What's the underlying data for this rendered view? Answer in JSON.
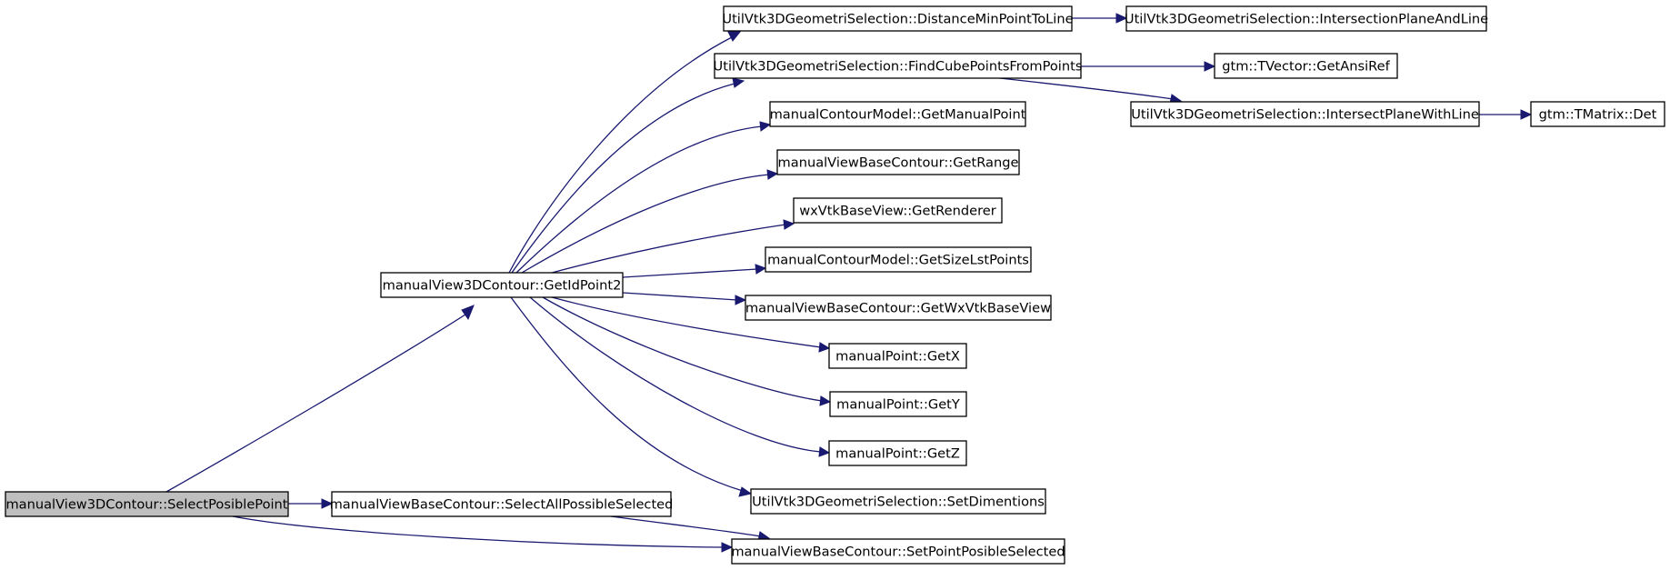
{
  "nodes": [
    {
      "id": "n0",
      "label": "manualView3DContour::SelectPosiblePoint",
      "root": true
    },
    {
      "id": "n1",
      "label": "manualView3DContour::GetIdPoint2"
    },
    {
      "id": "n2",
      "label": "manualViewBaseContour::SelectAllPossibleSelected"
    },
    {
      "id": "n3",
      "label": "manualViewBaseContour::SetPointPosibleSelected"
    },
    {
      "id": "n4",
      "label": "UtilVtk3DGeometriSelection::DistanceMinPointToLine"
    },
    {
      "id": "n5",
      "label": "UtilVtk3DGeometriSelection::FindCubePointsFromPoints"
    },
    {
      "id": "n6",
      "label": "manualContourModel::GetManualPoint"
    },
    {
      "id": "n7",
      "label": "manualViewBaseContour::GetRange"
    },
    {
      "id": "n8",
      "label": "wxVtkBaseView::GetRenderer"
    },
    {
      "id": "n9",
      "label": "manualContourModel::GetSizeLstPoints"
    },
    {
      "id": "n10",
      "label": "manualViewBaseContour::GetWxVtkBaseView"
    },
    {
      "id": "n11",
      "label": "manualPoint::GetX"
    },
    {
      "id": "n12",
      "label": "manualPoint::GetY"
    },
    {
      "id": "n13",
      "label": "manualPoint::GetZ"
    },
    {
      "id": "n14",
      "label": "UtilVtk3DGeometriSelection::SetDimentions"
    },
    {
      "id": "n15",
      "label": "UtilVtk3DGeometriSelection::IntersectionPlaneAndLine"
    },
    {
      "id": "n16",
      "label": "gtm::TVector::GetAnsiRef"
    },
    {
      "id": "n17",
      "label": "UtilVtk3DGeometriSelection::IntersectPlaneWithLine"
    },
    {
      "id": "n18",
      "label": "gtm::TMatrix::Det"
    }
  ],
  "edges": [
    {
      "from": "n0",
      "to": "n1"
    },
    {
      "from": "n0",
      "to": "n2"
    },
    {
      "from": "n0",
      "to": "n3"
    },
    {
      "from": "n1",
      "to": "n4"
    },
    {
      "from": "n1",
      "to": "n5"
    },
    {
      "from": "n1",
      "to": "n6"
    },
    {
      "from": "n1",
      "to": "n7"
    },
    {
      "from": "n1",
      "to": "n8"
    },
    {
      "from": "n1",
      "to": "n9"
    },
    {
      "from": "n1",
      "to": "n10"
    },
    {
      "from": "n1",
      "to": "n11"
    },
    {
      "from": "n1",
      "to": "n12"
    },
    {
      "from": "n1",
      "to": "n13"
    },
    {
      "from": "n1",
      "to": "n14"
    },
    {
      "from": "n2",
      "to": "n3"
    },
    {
      "from": "n4",
      "to": "n15"
    },
    {
      "from": "n5",
      "to": "n16"
    },
    {
      "from": "n5",
      "to": "n17"
    },
    {
      "from": "n17",
      "to": "n18"
    }
  ],
  "colors": {
    "edge": "#191970",
    "root_fill": "#bfbfbf",
    "node_fill": "#ffffff",
    "border": "#000000"
  }
}
